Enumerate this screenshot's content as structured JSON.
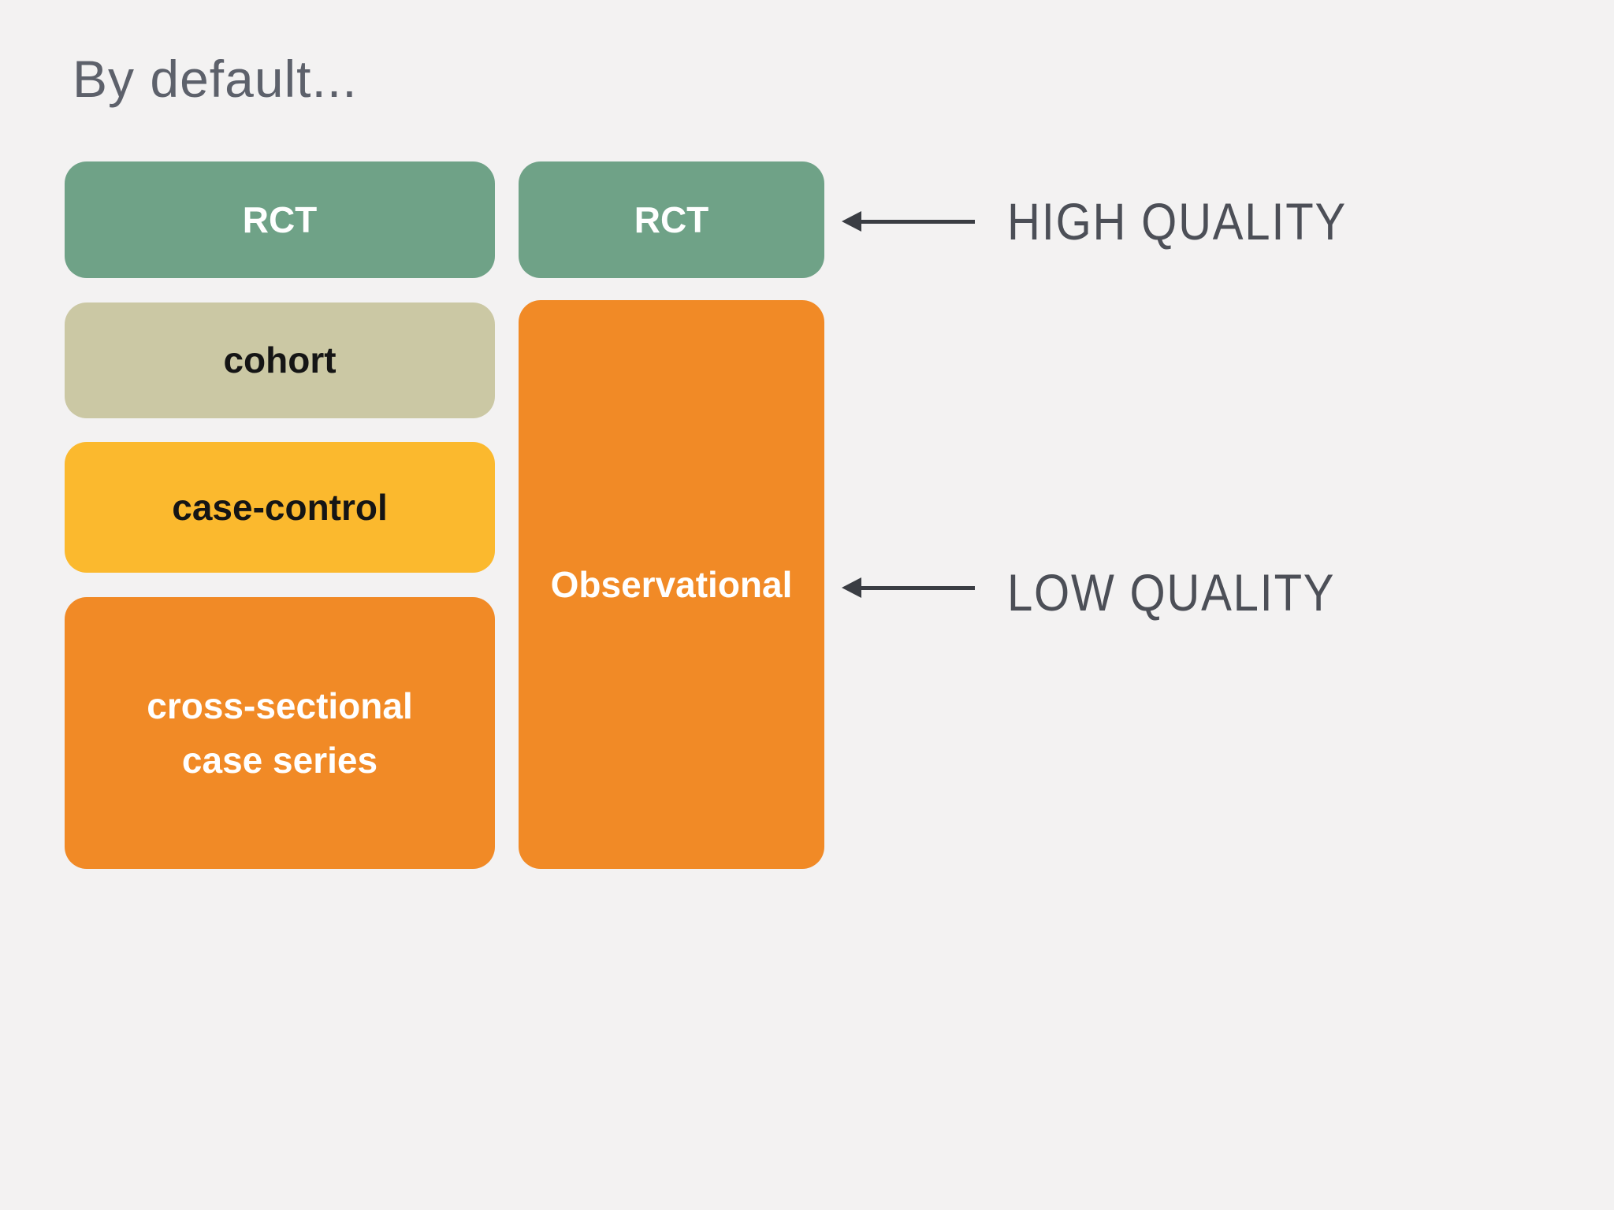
{
  "slide": {
    "title": "By default...",
    "background_color": "#f3f2f2",
    "title_color": "#5d616b"
  },
  "boxes": {
    "left": [
      {
        "label": "RCT",
        "bg": "#6fa287",
        "fg": "#ffffff"
      },
      {
        "label": "cohort",
        "bg": "#cbc8a4",
        "fg": "#151515"
      },
      {
        "label": "case-control",
        "bg": "#fbb92e",
        "fg": "#151515"
      },
      {
        "label_line1": "cross-sectional",
        "label_line2": "case series",
        "bg": "#f18a26",
        "fg": "#ffffff"
      }
    ],
    "right": [
      {
        "label": "RCT",
        "bg": "#6fa287",
        "fg": "#ffffff"
      },
      {
        "label": "Observational",
        "bg": "#f18a26",
        "fg": "#ffffff"
      }
    ]
  },
  "annotations": {
    "high_quality": {
      "label": "HIGH QUALITY"
    },
    "low_quality": {
      "label": "LOW QUALITY"
    },
    "text_color": "#4c4f57",
    "arrow_color": "#3a3d43"
  }
}
